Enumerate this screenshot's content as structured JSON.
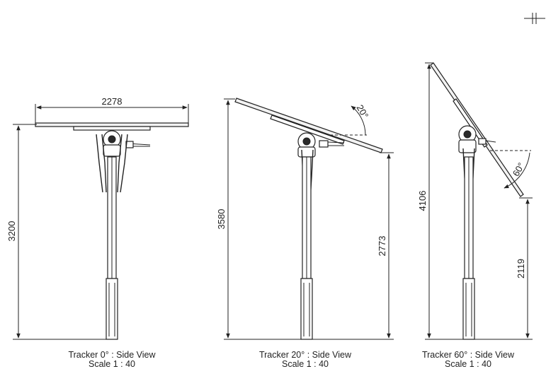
{
  "views": [
    {
      "id": "tracker-0",
      "width_dim": "2278",
      "height_dim": "3200",
      "caption_line1": "Tracker 0° : Side View",
      "caption_line2": "Scale 1 : 40"
    },
    {
      "id": "tracker-20",
      "height_dim": "3580",
      "edge_height_dim": "2773",
      "angle_label": "20°",
      "caption_line1": "Tracker 20° : Side View",
      "caption_line2": "Scale 1 : 40"
    },
    {
      "id": "tracker-60",
      "height_dim": "4106",
      "edge_height_dim": "2119",
      "angle_label": "60°",
      "caption_line1": "Tracker 60° : Side View",
      "caption_line2": "Scale 1 : 40"
    }
  ]
}
